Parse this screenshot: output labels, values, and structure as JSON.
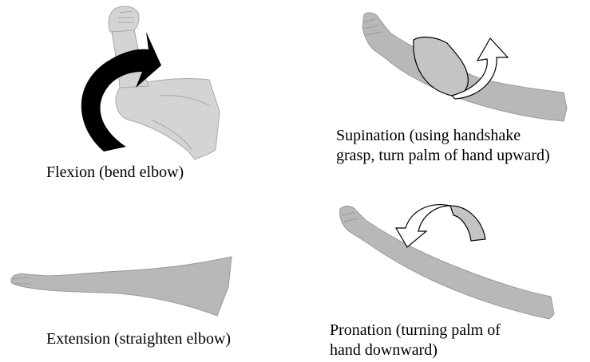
{
  "panels": {
    "flexion": {
      "caption": "Flexion (bend elbow)",
      "motion_icon": "curved-arrow-icon"
    },
    "supination": {
      "caption_line1": "Supination (using handshake",
      "caption_line2": "grasp, turn palm of hand upward)",
      "motion_icon": "rotation-arrow-icon"
    },
    "extension": {
      "caption": "Extension (straighten elbow)"
    },
    "pronation": {
      "caption_line1": "Pronation (turning palm of",
      "caption_line2": "hand downward)",
      "motion_icon": "rotation-arrow-icon"
    }
  },
  "colors": {
    "arm_fill": "#b8b8b8",
    "arm_stroke": "#9a9a9a",
    "flex_arm_fill": "#d2d2d2",
    "arrow_black": "#000000",
    "arrow_gray": "#c4c4c4",
    "text": "#000000"
  }
}
